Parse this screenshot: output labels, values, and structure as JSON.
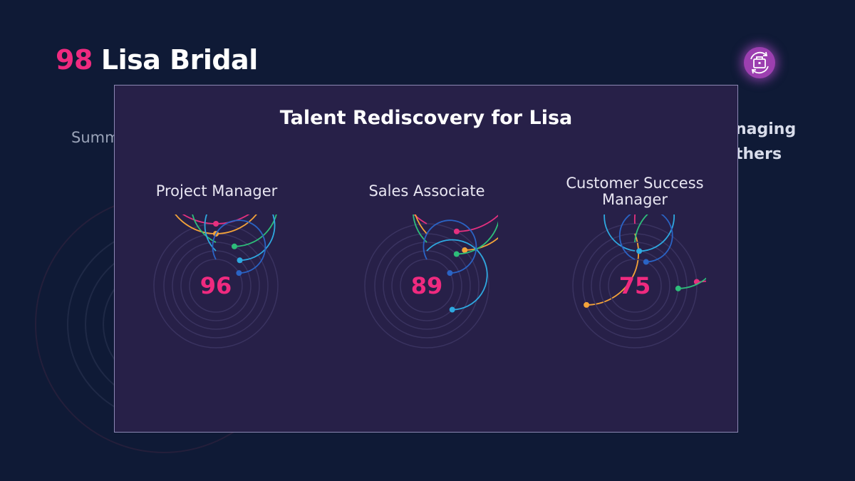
{
  "header": {
    "score": "98",
    "candidate_name": "Lisa Bridal"
  },
  "background": {
    "summary_peek": "Summ",
    "right_peek_line1": "naging",
    "right_peek_line2": "thers"
  },
  "app_icon": {
    "name": "briefcase-sync-icon",
    "color": "#9c3fb0"
  },
  "modal": {
    "title": "Talent Rediscovery for Lisa",
    "roles": [
      {
        "label": "Project Manager",
        "score": "96",
        "rings": {
          "pink": 1.0,
          "orange": 1.0,
          "green": 0.93,
          "blue": 0.88,
          "darkblue": 0.83
        }
      },
      {
        "label": "Sales Associate",
        "score": "89",
        "rings": {
          "pink": 0.92,
          "orange": 0.87,
          "green": 0.88,
          "blue": 0.63,
          "darkblue": 0.83
        }
      },
      {
        "label": "Customer Success Manager",
        "score": "75",
        "rings": {
          "pink": 0.76,
          "orange": 0.31,
          "green": 0.74,
          "blue": 0.98,
          "darkblue": 0.93
        }
      }
    ]
  },
  "colors": {
    "accent": "#ef2a7f",
    "pink": "#e5307f",
    "orange": "#f4a339",
    "green": "#2ebd7a",
    "blue": "#2ea8e0",
    "darkblue": "#2a63c4",
    "track": "#3a3360"
  }
}
